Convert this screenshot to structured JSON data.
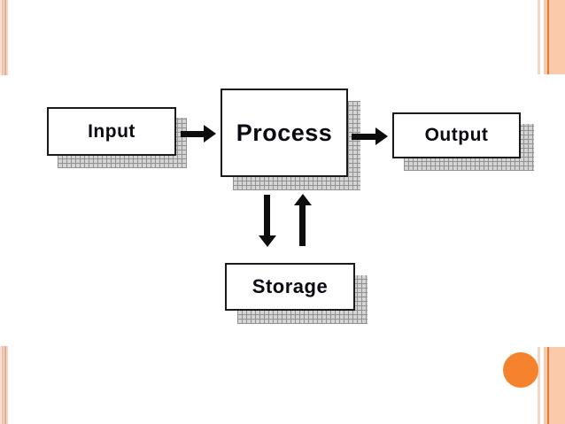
{
  "slide": {
    "background": "#ffffff",
    "accent_orange": "#f5822d",
    "edge_stripe_light": "#fbcaaa",
    "edge_stripe_dark": "#dc7b3d",
    "edge_stripe_pink": "#edc0aa",
    "shadow_gray": "#d4d4d4",
    "shadow_grid_line": "#929292"
  },
  "diagram": {
    "nodes": [
      {
        "id": "input",
        "label": "Input"
      },
      {
        "id": "process",
        "label": "Process"
      },
      {
        "id": "output",
        "label": "Output"
      },
      {
        "id": "storage",
        "label": "Storage"
      }
    ],
    "edges": [
      {
        "from": "input",
        "to": "process",
        "direction": "right"
      },
      {
        "from": "process",
        "to": "output",
        "direction": "right"
      },
      {
        "from": "process",
        "to": "storage",
        "direction": "down"
      },
      {
        "from": "storage",
        "to": "process",
        "direction": "up"
      }
    ]
  }
}
